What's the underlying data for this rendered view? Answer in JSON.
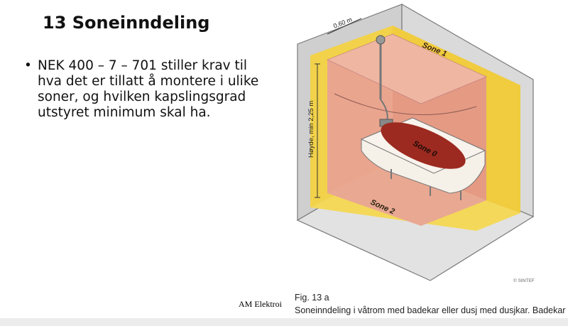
{
  "slide": {
    "title": "13 Soneinndeling",
    "bullet_marker": "•",
    "bullet_text": "NEK 400 – 7 – 701 stiller krav til hva det er tillatt å montere i ulike soner, og hvilken kapslingsgrad utstyret minimum skal ha.",
    "footer_left": "AM Elektroi"
  },
  "figure": {
    "zone_1_label": "Sone 1",
    "zone_0_label": "Sone 0",
    "zone_2_label": "Sone 2",
    "width_dimension": "0,60 m",
    "height_dimension": "Høyde, min 2,25 m",
    "credit": "© SINTEF",
    "label": "Fig. 13 a",
    "caption": "Soneinndeling i våtrom med badekar eller dusj med dusjkar. Badekar",
    "colors": {
      "zone_0": "#9c2a20",
      "zone_1": "#e8a28c",
      "zone_2": "#f2d24a",
      "walls": "#d4d4d4"
    }
  }
}
